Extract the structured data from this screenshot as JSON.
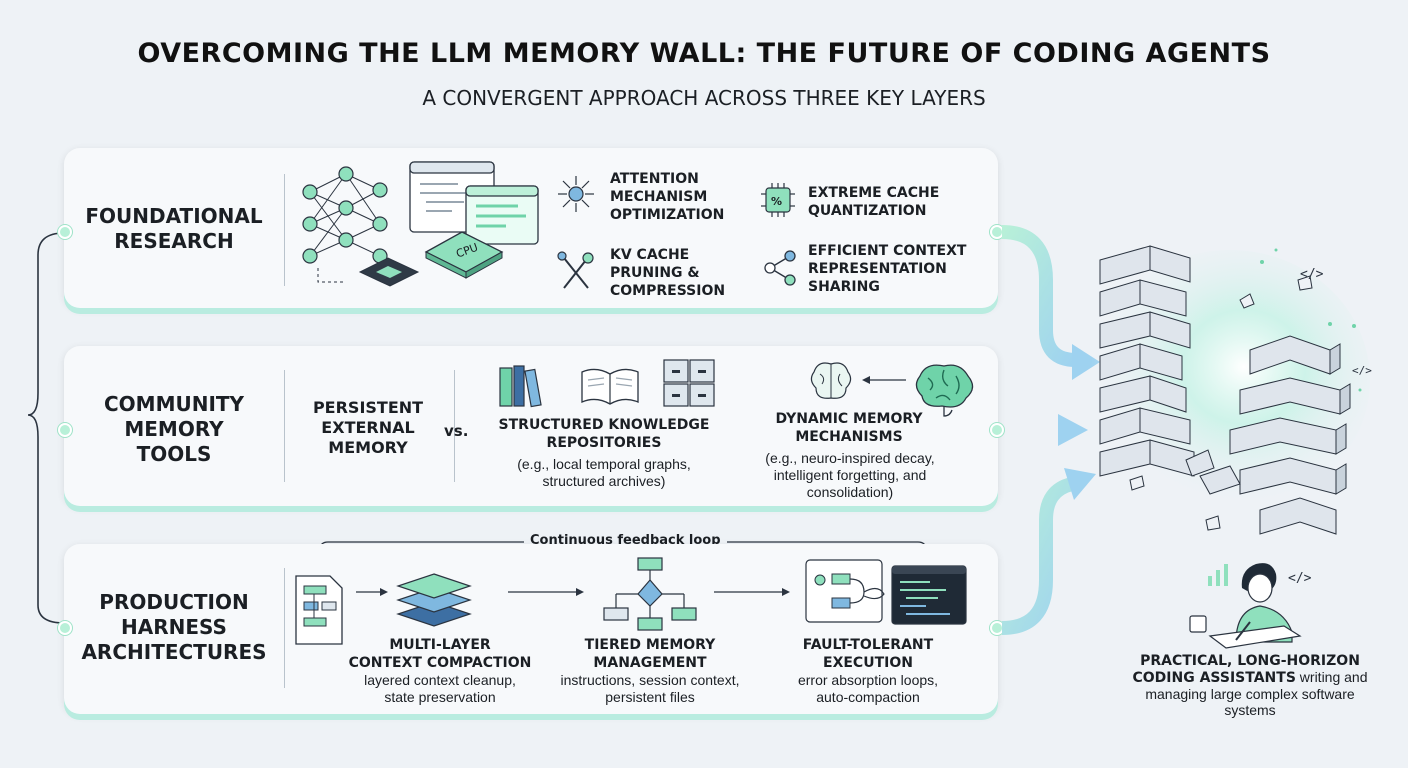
{
  "header": {
    "title": "OVERCOMING THE LLM MEMORY WALL: THE FUTURE OF CODING AGENTS",
    "subtitle": "A CONVERGENT APPROACH ACROSS THREE KEY LAYERS"
  },
  "rows": {
    "foundational": {
      "label": "FOUNDATIONAL\nRESEARCH",
      "chip_label": "CPU",
      "items": [
        {
          "title": "ATTENTION\nMECHANISM\nOPTIMIZATION",
          "icon": "attention-icon"
        },
        {
          "title": "EXTREME CACHE\nQUANTIZATION",
          "icon": "chip-percent-icon"
        },
        {
          "title": "KV CACHE\nPRUNING &\nCOMPRESSION",
          "icon": "tools-icon"
        },
        {
          "title": "EFFICIENT CONTEXT\nREPRESENTATION\nSHARING",
          "icon": "share-icon"
        }
      ]
    },
    "community": {
      "label": "COMMUNITY\nMEMORY\nTOOLS",
      "persistent": "PERSISTENT\nEXTERNAL\nMEMORY",
      "vs": "vs.",
      "structured_title": "STRUCTURED KNOWLEDGE\nREPOSITORIES",
      "structured_desc": "(e.g., local temporal graphs,\nstructured archives)",
      "dynamic_title": "DYNAMIC MEMORY\nMECHANISMS",
      "dynamic_desc": "(e.g., neuro-inspired decay,\nintelligent forgetting, and\nconsolidation)"
    },
    "production": {
      "label": "PRODUCTION\nHARNESS\nARCHITECTURES",
      "feedback": "Continuous feedback loop",
      "steps": [
        {
          "title": "MULTI-LAYER\nCONTEXT COMPACTION",
          "desc": "layered context cleanup,\nstate preservation"
        },
        {
          "title": "TIERED MEMORY\nMANAGEMENT",
          "desc": "instructions, session context,\npersistent files"
        },
        {
          "title": "FAULT-TOLERANT\nEXECUTION",
          "desc": "error absorption loops,\nauto-compaction"
        }
      ]
    }
  },
  "outcome": {
    "bold": "PRACTICAL, LONG-HORIZON CODING ASSISTANTS",
    "rest": " writing and managing large complex software systems",
    "code_glyph": "</>"
  },
  "colors": {
    "mint": "#b8f0d8",
    "panel_shadow": "#b9ece0",
    "icon_green": "#6fd3a9",
    "icon_blue": "#7fb8e0",
    "ink": "#1b1f24"
  }
}
